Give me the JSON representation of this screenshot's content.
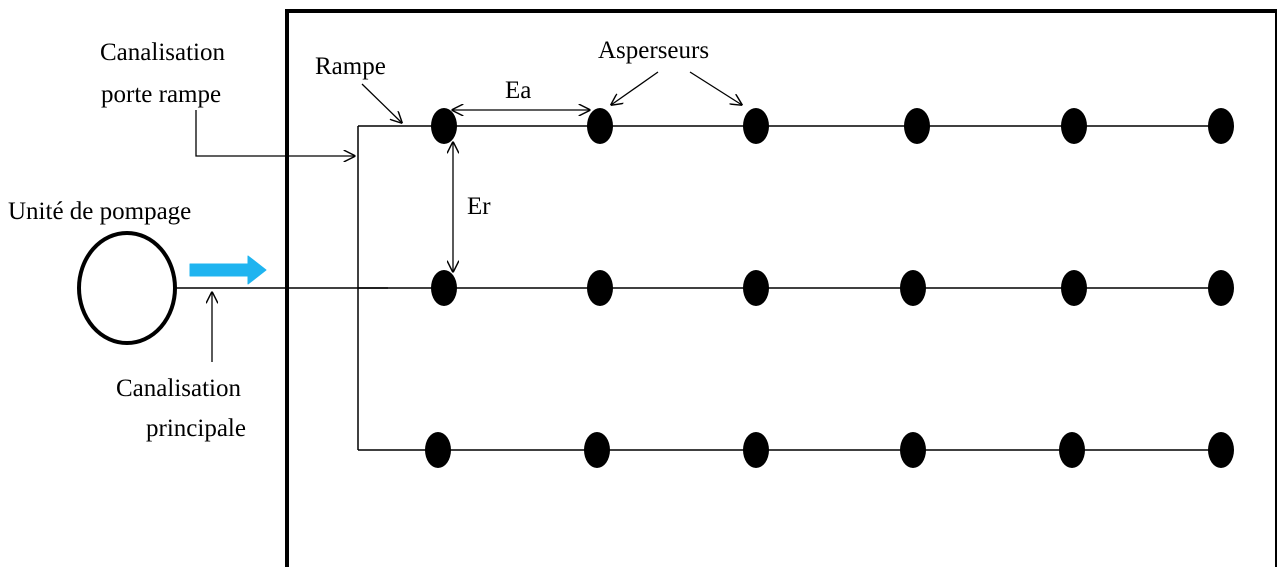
{
  "labels": {
    "canalisation_porte_rampe_line1": "Canalisation",
    "canalisation_porte_rampe_line2": "porte rampe",
    "rampe": "Rampe",
    "ea": "Ea",
    "asperseurs": "Asperseurs",
    "unite_de_pompage": "Unité de pompage",
    "er": "Er",
    "canalisation_principale_line1": "Canalisation",
    "canalisation_principale_line2": "principale"
  },
  "layout_grid": {
    "rows": 3,
    "sprinklers_per_row": 6
  },
  "colors": {
    "line": "#000000",
    "flow_arrow": "#1fb4f0",
    "background": "#ffffff"
  }
}
